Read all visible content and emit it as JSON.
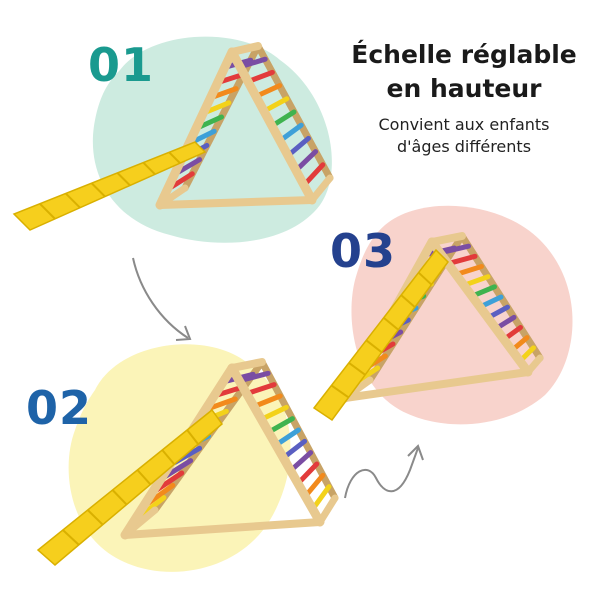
{
  "steps": [
    {
      "number": "01",
      "color": "#1a9a8f",
      "blob_color": "#cdebe0"
    },
    {
      "number": "02",
      "color": "#1e63a8",
      "blob_color": "#fbf4b8"
    },
    {
      "number": "03",
      "color": "#24418e",
      "blob_color": "#f8d3cc"
    }
  ],
  "headline": {
    "line1": "Échelle réglable",
    "line2": "en hauteur"
  },
  "subline": {
    "line1": "Convient aux enfants",
    "line2": "d'âges différents"
  },
  "colors": {
    "wood": "#e8c98f",
    "wood_edge": "#c8a366",
    "ramp": "#f6cf1d",
    "ramp_edge": "#d9b000",
    "arrow": "#8a8a8a",
    "rungs": [
      "#7a4da3",
      "#e23b3b",
      "#f28a1c",
      "#f3d21a",
      "#3fb34f",
      "#3ea0d8",
      "#5a5fc2"
    ]
  }
}
